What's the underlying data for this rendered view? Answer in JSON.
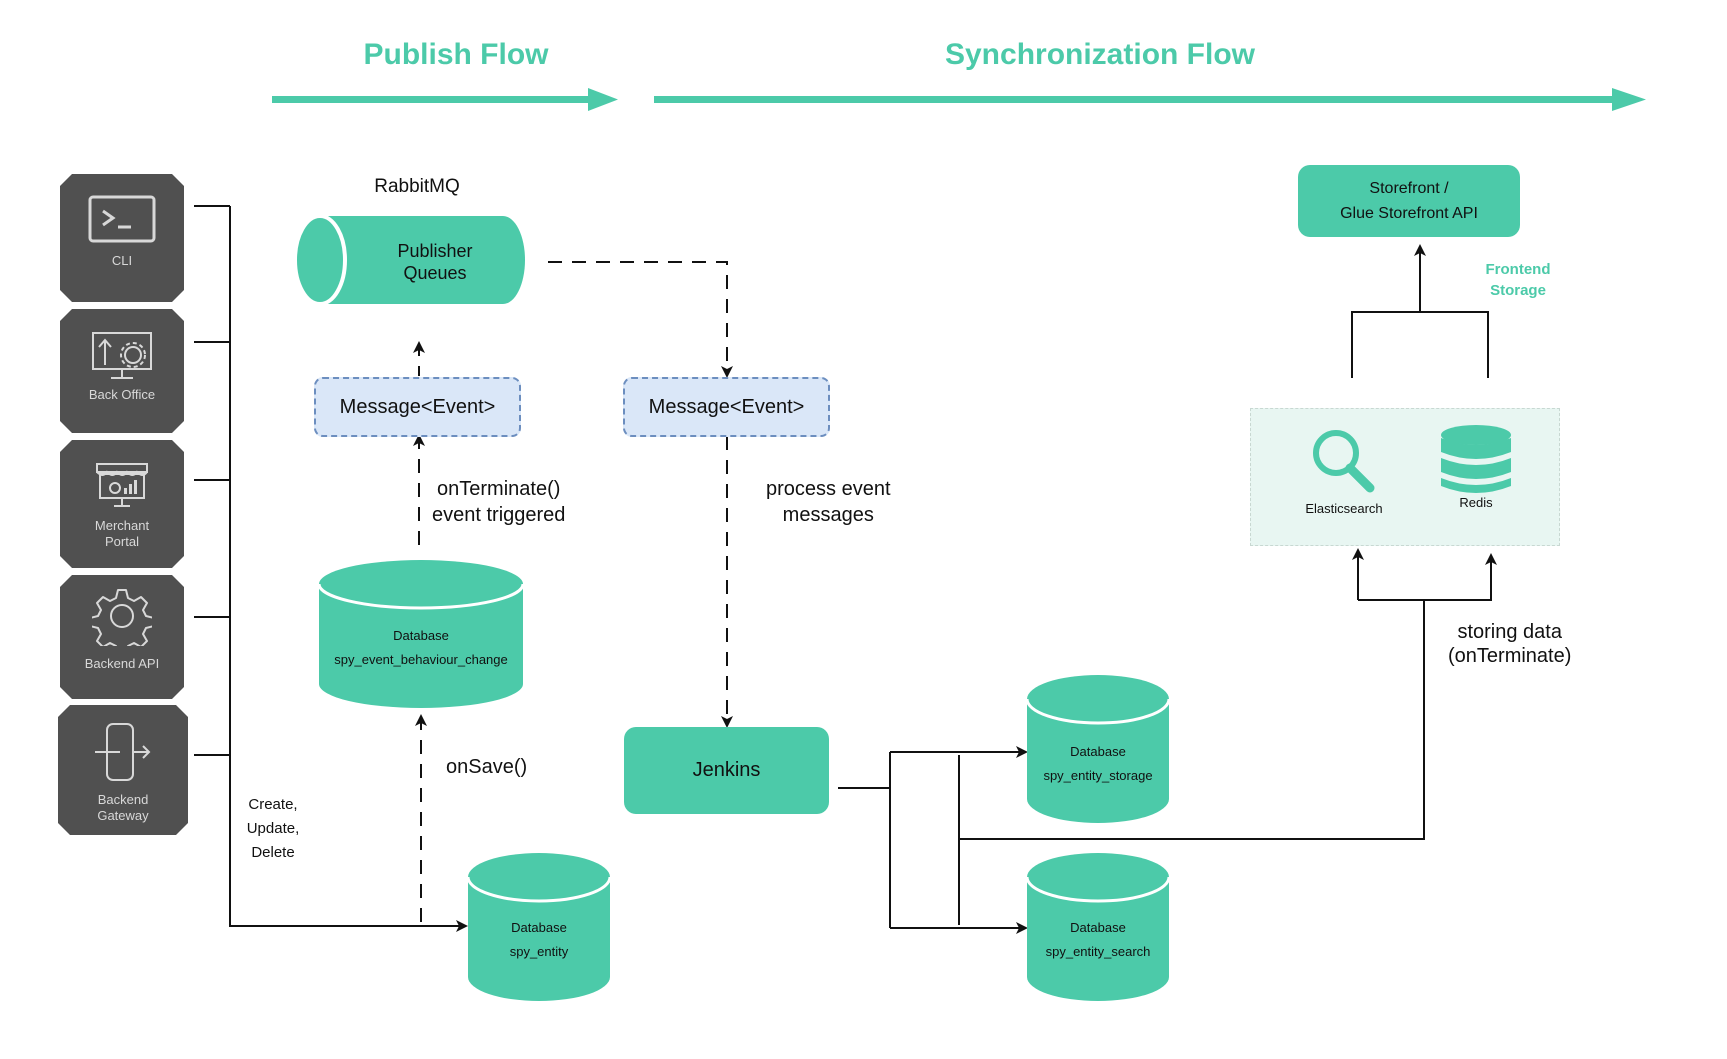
{
  "colors": {
    "accent": "#4ccaa9",
    "tile_bg": "#505050",
    "tile_fg": "#d8d8d8",
    "message_fill": "#dae7f8",
    "message_border": "#6c8ebf",
    "storage_panel": "#e8f6f2",
    "line": "#111111"
  },
  "flows": {
    "publish_title": "Publish Flow",
    "sync_title": "Synchronization Flow"
  },
  "sources": [
    {
      "label": "CLI",
      "icon": "terminal-icon"
    },
    {
      "label": "Back Office",
      "icon": "monitor-gear-icon"
    },
    {
      "label": "Merchant Portal",
      "label_lines": [
        "Merchant",
        "Portal"
      ],
      "icon": "storefront-chart-icon"
    },
    {
      "label": "Backend API",
      "icon": "gear-icon"
    },
    {
      "label": "Backend Gateway",
      "label_lines": [
        "Backend",
        "Gateway"
      ],
      "icon": "gateway-exit-icon"
    }
  ],
  "crud_label": {
    "lines": [
      "Create,",
      "Update,",
      "Delete"
    ]
  },
  "rabbitmq": {
    "title": "RabbitMQ",
    "queue_lines": [
      "Publisher",
      "Queues"
    ]
  },
  "publish_message": {
    "label": "Message<Event>"
  },
  "sync_message": {
    "label": "Message<Event>"
  },
  "on_terminate_label": {
    "lines": [
      "onTerminate()",
      "event triggered"
    ]
  },
  "on_save_label": "onSave()",
  "process_label": {
    "lines": [
      "process event",
      "messages"
    ]
  },
  "databases": {
    "event_behaviour": {
      "type": "Database",
      "name": "spy_event_behaviour_change"
    },
    "entity": {
      "type": "Database",
      "name": "spy_entity"
    },
    "entity_storage": {
      "type": "Database",
      "name": "spy_entity_storage"
    },
    "entity_search": {
      "type": "Database",
      "name": "spy_entity_search"
    }
  },
  "jenkins": {
    "label": "Jenkins"
  },
  "storefront": {
    "lines": [
      "Storefront /",
      "Glue Storefront API"
    ]
  },
  "frontend_storage_label": {
    "lines": [
      "Frontend",
      "Storage"
    ]
  },
  "storage_services": [
    {
      "label": "Elasticsearch",
      "icon": "search-icon"
    },
    {
      "label": "Redis",
      "icon": "database-stack-icon"
    }
  ],
  "storing_label": {
    "lines": [
      "storing data",
      "(onTerminate)"
    ]
  }
}
